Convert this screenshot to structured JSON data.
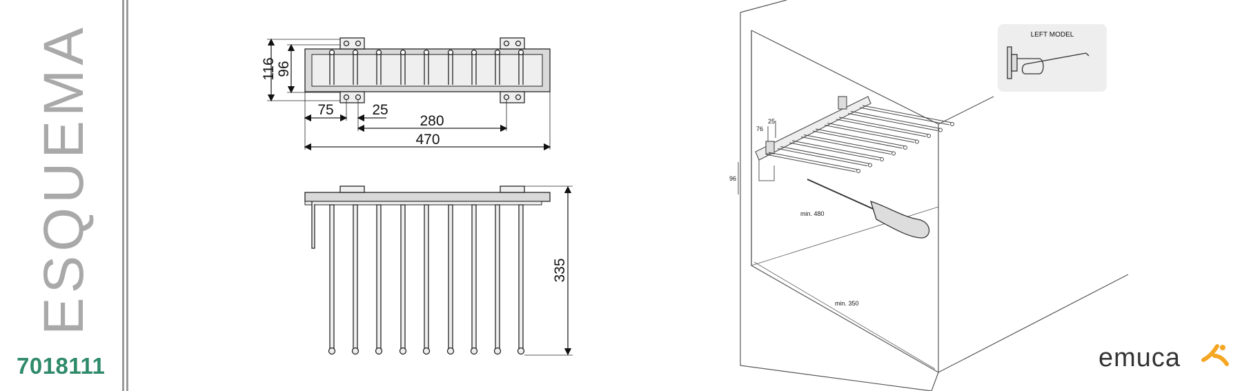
{
  "sheet": {
    "title": "ESQUEMA",
    "product_code": "7018111",
    "brand": "emuca"
  },
  "top_view": {
    "dims": {
      "d116": "116",
      "d96": "96",
      "d75": "75",
      "d25": "25",
      "d280": "280",
      "d470": "470"
    }
  },
  "side_view": {
    "dims": {
      "d335": "335"
    }
  },
  "install_view": {
    "inset_label": "LEFT MODEL",
    "labels": {
      "d25": "25",
      "d76": "76",
      "d96": "96",
      "min480": "min. 480",
      "min350": "min. 350"
    }
  },
  "colors": {
    "title_gray": "#a9a9a9",
    "code_green": "#2f8a6a",
    "logo_orange": "#f5a623"
  }
}
